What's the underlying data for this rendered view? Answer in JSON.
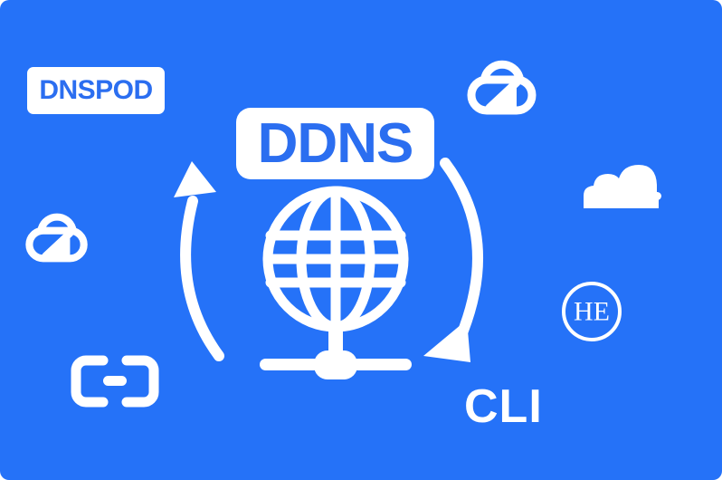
{
  "graphic": {
    "title": "DDNS service providers diagram",
    "background_color": "#2572f8",
    "foreground_color": "#ffffff",
    "accent_color": "#2b6ef0"
  },
  "labels": {
    "dnspod": "DNSPOD",
    "ddns": "DDNS",
    "cli": "CLI",
    "he": "HE"
  },
  "icons": {
    "tencent_cloud_top": "tencent-cloud-icon",
    "tencent_cloud_left": "tencent-cloud-icon",
    "cloudflare": "cloudflare-icon",
    "aliyun": "aliyun-icon",
    "hurricane_electric": "hurricane-electric-icon",
    "globe": "globe-network-icon",
    "arrow_left": "curved-arrow-up-icon",
    "arrow_right": "curved-arrow-down-icon"
  }
}
